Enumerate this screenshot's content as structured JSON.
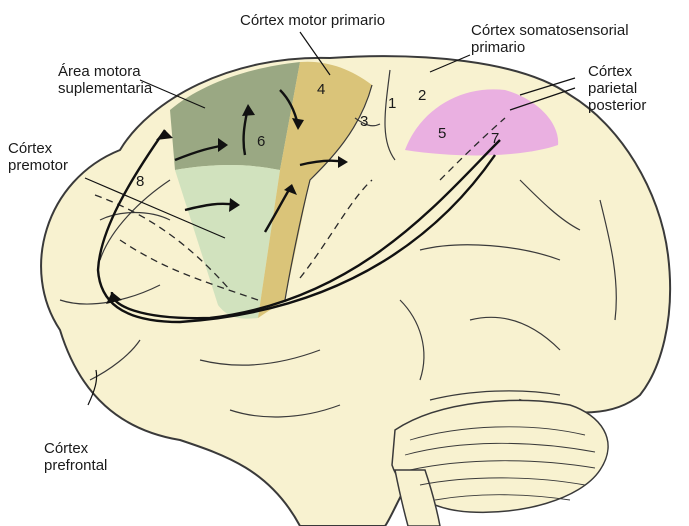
{
  "labels": {
    "motor_primary": "Córtex motor primario",
    "somatosensory_line1": "Córtex somatosensorial",
    "somatosensory_line2": "primario",
    "supplementary_line1": "Área motora",
    "supplementary_line2": "suplementaria",
    "parietal_line1": "Córtex",
    "parietal_line2": "parietal",
    "parietal_line3": "posterior",
    "premotor_line1": "Córtex",
    "premotor_line2": "premotor",
    "prefrontal_line1": "Córtex",
    "prefrontal_line2": "prefrontal"
  },
  "areas": {
    "a1": "1",
    "a2": "2",
    "a3": "3",
    "a4": "4",
    "a5": "5",
    "a6": "6",
    "a7": "7",
    "a8": "8"
  },
  "colors": {
    "brain": "#f8f2d0",
    "supplementary": "#8fa07a",
    "premotor": "#cfe0bd",
    "motor": "#d6bf6f",
    "parietal": "#e8a8e2",
    "outline": "#3a3a3a"
  }
}
